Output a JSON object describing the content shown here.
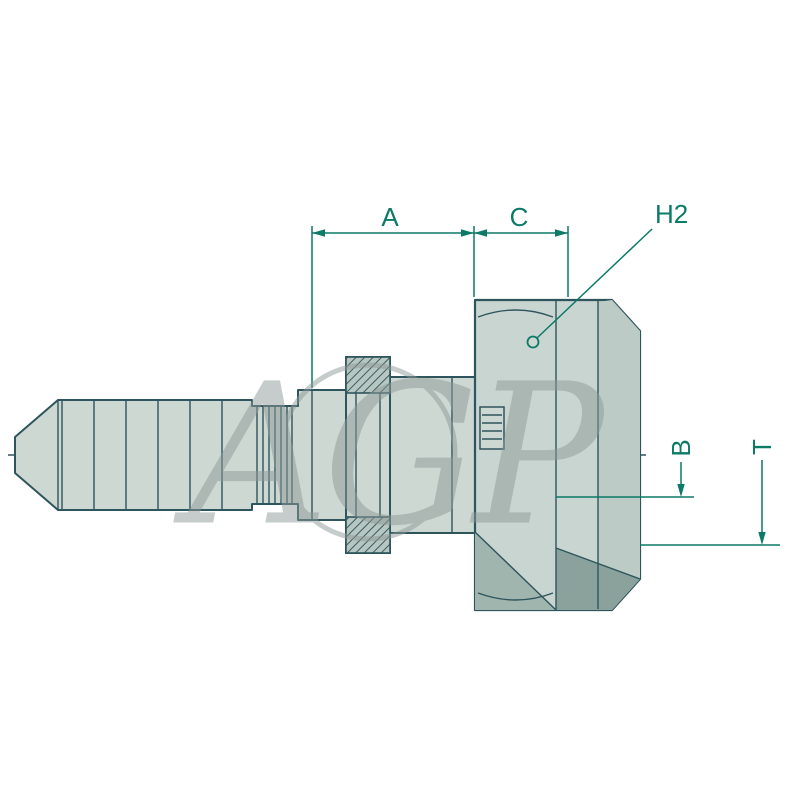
{
  "page": {
    "background": "#ffffff",
    "description": "Technical line drawing of a hydraulic hose fitting (hose barb tail with knurled collar and female swivel hex nut), side view with dimension callouts"
  },
  "watermark": {
    "text": "AGP"
  },
  "dimensions": {
    "a": "A",
    "c": "C",
    "h2": "H2",
    "b": "B",
    "t": "T"
  },
  "colors": {
    "outline": "#2e555d",
    "body_fill": "#cdd8d3",
    "nut_fill": "#c9d5d0",
    "body_shade": "#9fb5ae",
    "body_shade_dark": "#8aa29b",
    "dimension": "#0b7a66",
    "watermark": "#c2c9c7"
  }
}
